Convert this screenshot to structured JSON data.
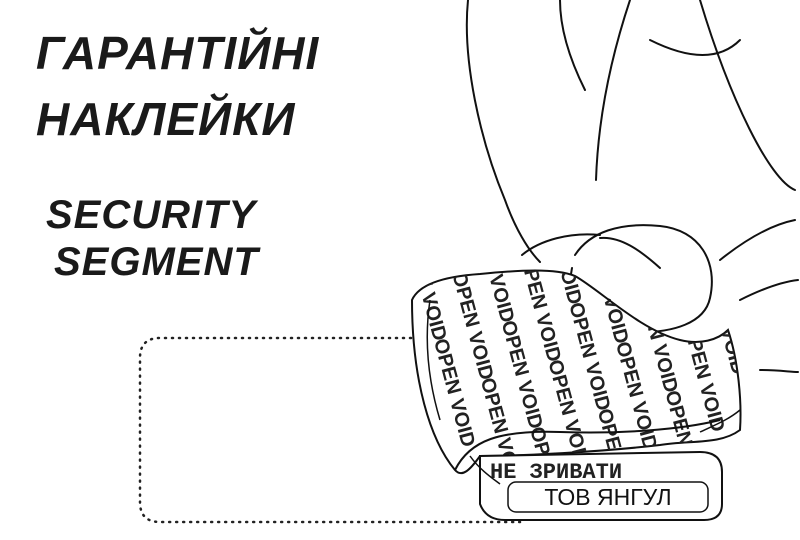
{
  "title": {
    "line1": "ГАРАНТІЙНІ",
    "line2": "НАКЛЕЙКИ"
  },
  "subtitle": {
    "line1": "SECURITY",
    "line2": "SEGMENT"
  },
  "sticker": {
    "pattern_text": "OPEN VOID",
    "warning_text": "НЕ ЗРИВАТИ",
    "company_label": "ТОВ ЯНГУЛ"
  },
  "colors": {
    "ink": "#1a1a1a",
    "background": "#ffffff"
  }
}
